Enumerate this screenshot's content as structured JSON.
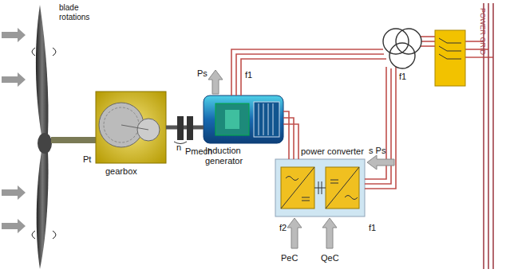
{
  "diagram": {
    "nodes": [
      {
        "text": [
          "gearbox"
        ]
      },
      {
        "text": [
          "Induction generator"
        ]
      },
      {
        "text": [
          "power converter"
        ]
      }
    ],
    "edges": [
      {
        "from": 0,
        "to": 1,
        "arrow": "none"
      },
      {
        "from": 1,
        "to": 2,
        "arrow": "none"
      }
    ],
    "labels": [
      "blade rotations",
      "Pt",
      "n",
      "Pmech",
      "Ps",
      "f1",
      "f1",
      "s Ps",
      "f2",
      "f1",
      "PeC",
      "QeC",
      "POWER GRID"
    ]
  }
}
